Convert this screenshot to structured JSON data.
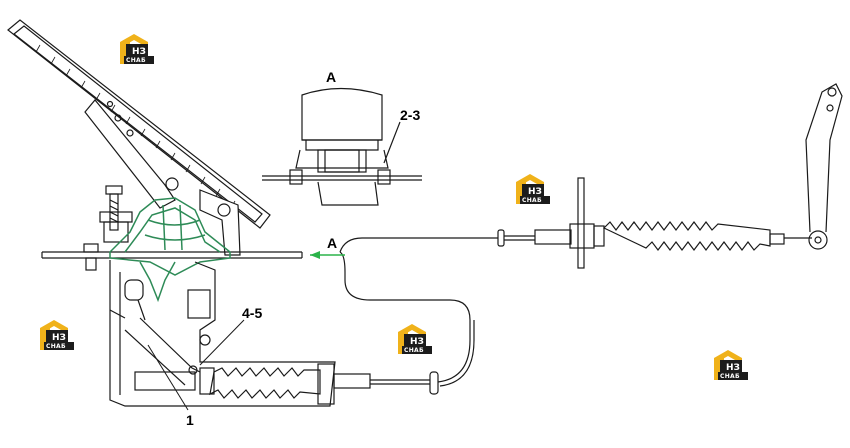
{
  "labels": {
    "view_a_title": "A",
    "view_arrow": "A",
    "callout_1": "1",
    "callout_2_3": "2-3",
    "callout_4_5": "4-5"
  },
  "watermark": {
    "name": "НЗ",
    "sub": "СНАБ",
    "colors": {
      "gold": "#f0b21a",
      "dark": "#1c1c1c"
    }
  },
  "colors": {
    "line": "#1a1a1a",
    "highlight": "#2e8b57",
    "arrow": "#2bb34a"
  }
}
